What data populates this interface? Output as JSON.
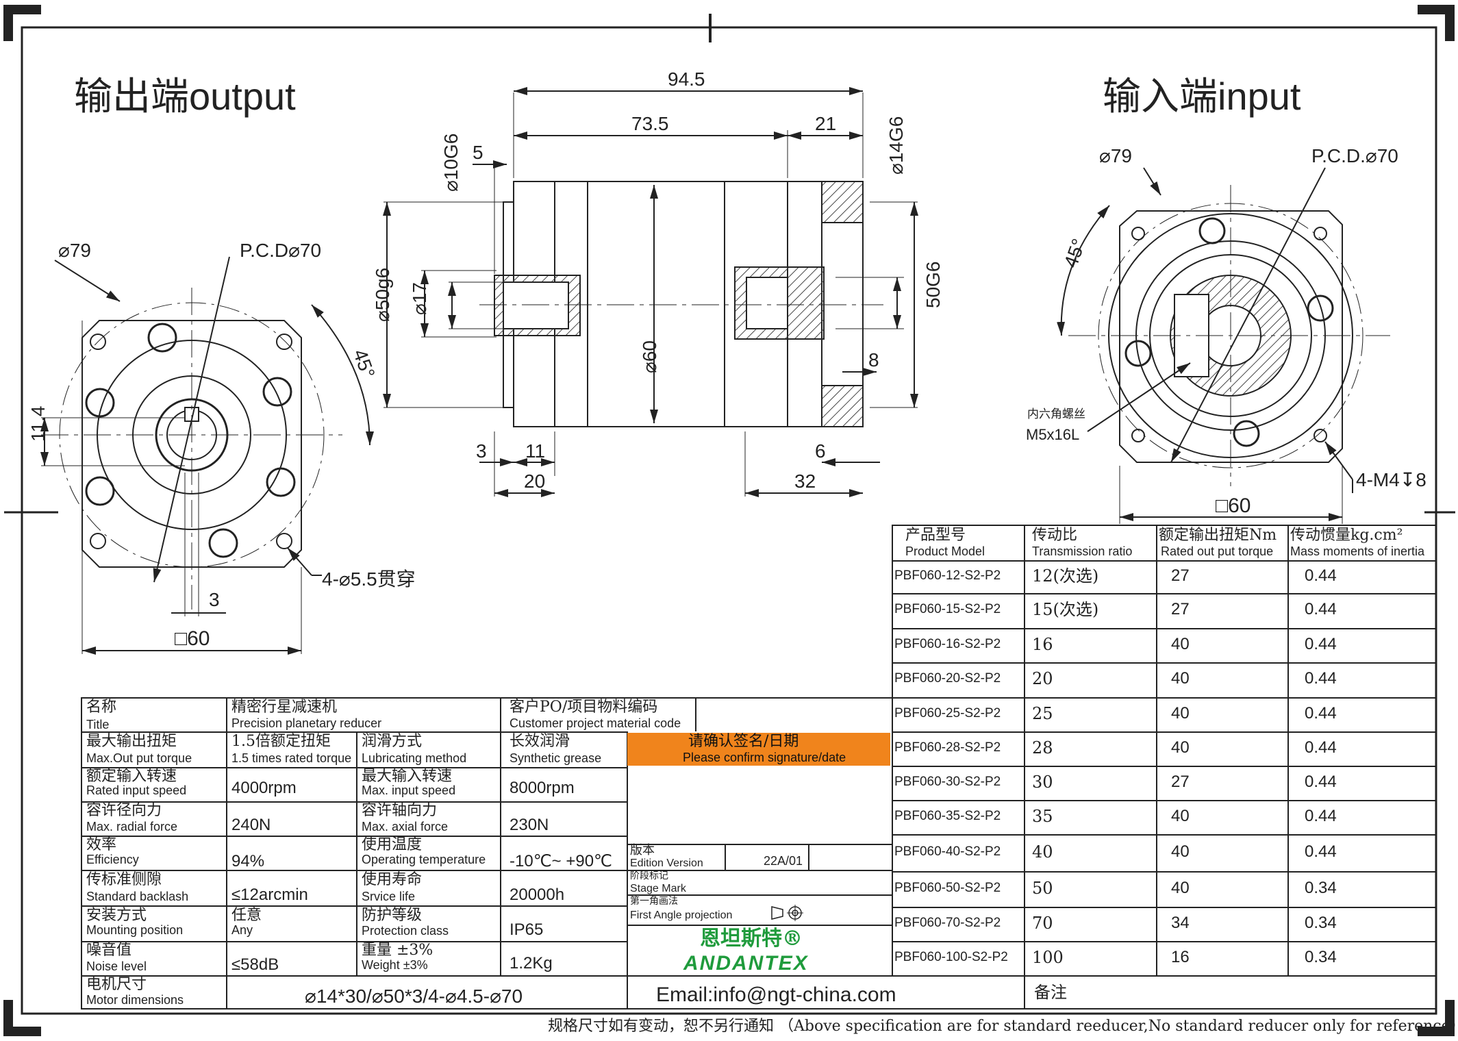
{
  "views": {
    "output_title": "输出端output",
    "input_title": "输入端input",
    "output_dims": {
      "d79": "⌀79",
      "pcd": "P.C.D⌀70",
      "angle": "45°",
      "h114": "11.4",
      "w3": "3",
      "sq60": "□60",
      "holes": "4-⌀5.5贯穿"
    },
    "side_dims": {
      "d945": "94.5",
      "d735": "73.5",
      "d21": "21",
      "d5": "5",
      "d10g6": "⌀10G6",
      "d14g6": "⌀14G6",
      "d50g6": "⌀50g6",
      "d17": "⌀17",
      "d60": "⌀60",
      "d50G6": "50G6",
      "d8": "8",
      "d3": "3",
      "d11": "11",
      "d20": "20",
      "d6": "6",
      "d32": "32"
    },
    "input_dims": {
      "d79": "⌀79",
      "pcd": "P.C.D.⌀70",
      "angle": "45°",
      "screw_label": "内六角螺丝",
      "screw_size": "M5x16L",
      "tapped": "4-M4↧8",
      "sq60": "□60"
    }
  },
  "model_table": {
    "headers": [
      {
        "cn": "产品型号",
        "en": "Product Model"
      },
      {
        "cn": "传动比",
        "en": "Transmission ratio"
      },
      {
        "cn": "额定输出扭矩Nm",
        "en": "Rated out put torque"
      },
      {
        "cn": "传动惯量kg.cm²",
        "en": "Mass moments of inertia"
      }
    ],
    "rows": [
      [
        "PBF060-12-S2-P2",
        "12(次选)",
        "27",
        "0.44"
      ],
      [
        "PBF060-15-S2-P2",
        "15(次选)",
        "27",
        "0.44"
      ],
      [
        "PBF060-16-S2-P2",
        "16",
        "40",
        "0.44"
      ],
      [
        "PBF060-20-S2-P2",
        "20",
        "40",
        "0.44"
      ],
      [
        "PBF060-25-S2-P2",
        "25",
        "40",
        "0.44"
      ],
      [
        "PBF060-28-S2-P2",
        "28",
        "40",
        "0.44"
      ],
      [
        "PBF060-30-S2-P2",
        "30",
        "27",
        "0.44"
      ],
      [
        "PBF060-35-S2-P2",
        "35",
        "40",
        "0.44"
      ],
      [
        "PBF060-40-S2-P2",
        "40",
        "40",
        "0.44"
      ],
      [
        "PBF060-50-S2-P2",
        "50",
        "40",
        "0.34"
      ],
      [
        "PBF060-70-S2-P2",
        "70",
        "34",
        "0.34"
      ],
      [
        "PBF060-100-S2-P2",
        "100",
        "16",
        "0.34"
      ]
    ],
    "remark": "备注"
  },
  "spec": {
    "title_cn": "名称",
    "title_en": "Title",
    "product_cn": "精密行星减速机",
    "product_en": "Precision planetary reducer",
    "po_cn": "客户PO/项目物料编码",
    "po_en": "Customer project material code",
    "max_torque_cn": "最大输出扭矩",
    "max_torque_en": "Max.Out put torque",
    "max_torque_val_cn": "1.5倍额定扭矩",
    "max_torque_val_en": "1.5 times rated torque",
    "lub_cn": "润滑方式",
    "lub_en": "Lubricating method",
    "lub_val_cn": "长效润滑",
    "lub_val_en": "Synthetic grease",
    "confirm_cn": "请确认签名/日期",
    "confirm_en": "Please confirm signature/date",
    "in_speed_cn": "额定输入转速",
    "in_speed_en": "Rated input speed",
    "in_speed_val": "4000rpm",
    "max_speed_cn": "最大输入转速",
    "max_speed_en": "Max. input speed",
    "max_speed_val": "8000rpm",
    "radial_cn": "容许径向力",
    "radial_en": "Max. radial force",
    "radial_val": "240N",
    "axial_cn": "容许轴向力",
    "axial_en": "Max. axial force",
    "axial_val": "230N",
    "eff_cn": "效率",
    "eff_en": "Efficiency",
    "eff_val": "94%",
    "temp_cn": "使用温度",
    "temp_en": "Operating temperature",
    "temp_val": "-10℃~ +90℃",
    "edition_cn": "版本",
    "edition_en": "Edition Version",
    "edition_val": "22A/01",
    "backlash_cn": "传标准侧隙",
    "backlash_en": "Standard backlash",
    "backlash_val": "≤12arcmin",
    "life_cn": "使用寿命",
    "life_en": "Srvice life",
    "life_val": "20000h",
    "stage_cn": "阶段标记",
    "stage_en": "Stage Mark",
    "mount_cn": "安装方式",
    "mount_en": "Mounting position",
    "mount_val_cn": "任意",
    "mount_val_en": "Any",
    "prot_cn": "防护等级",
    "prot_en": "Protection class",
    "prot_val": "IP65",
    "proj_cn": "第一角画法",
    "proj_en": "First Angle projection",
    "noise_cn": "噪音值",
    "noise_en": "Noise level",
    "noise_val": "≤58dB",
    "weight_cn": "重量 ±3%",
    "weight_en": "Weight ±3%",
    "weight_val": "1.2Kg",
    "motor_cn": "电机尺寸",
    "motor_en": "Motor dimensions",
    "motor_val": "⌀14*30/⌀50*3/4-⌀4.5-⌀70",
    "email": "Email:info@ngt-china.com",
    "brand_cn": "恩坦斯特®",
    "brand_en": "ANDANTEX"
  },
  "footer": "规格尺寸如有变动，恕不另行通知 （Above specification are for standard reeducer,No standard reducer only for reference）",
  "colors": {
    "accent": "#f0841c",
    "brand": "#1f9b3c",
    "line": "#222222"
  }
}
